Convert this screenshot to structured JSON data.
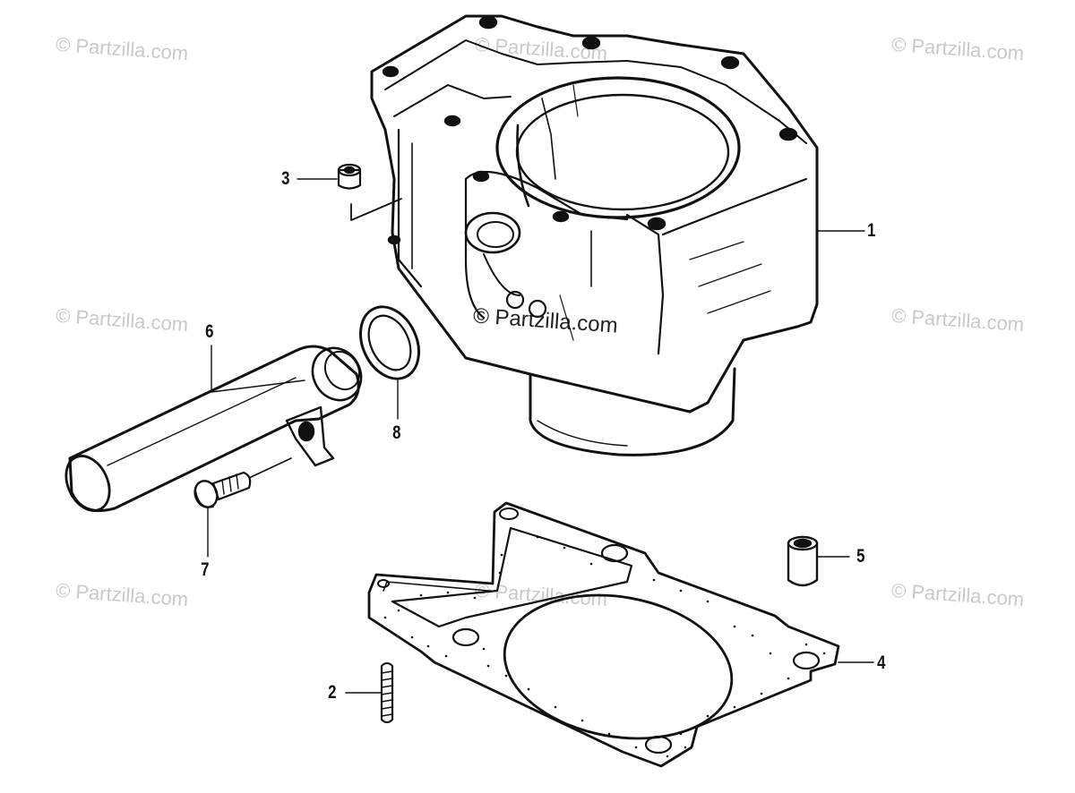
{
  "watermark": "© Partzilla.com",
  "callouts": {
    "c1": "1",
    "c2": "2",
    "c3": "3",
    "c4": "4",
    "c5": "5",
    "c6": "6",
    "c7": "7",
    "c8": "8"
  },
  "colors": {
    "line": "#111111",
    "watermark": "#c9c9c9",
    "background": "#ffffff"
  }
}
